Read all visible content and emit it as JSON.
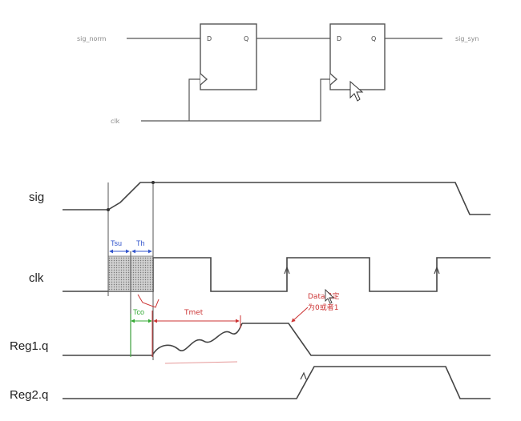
{
  "circuit": {
    "input_label": "sig_norm",
    "output_label": "sig_syn",
    "clock_label": "clk",
    "ff1": {
      "d_label": "D",
      "q_label": "Q"
    },
    "ff2": {
      "d_label": "D",
      "q_label": "Q"
    }
  },
  "timing": {
    "signals": [
      "sig",
      "clk",
      "Reg1.q",
      "Reg2.q"
    ],
    "tsu_label": "Tsu",
    "th_label": "Th",
    "tco_label": "Tco",
    "tmet_label": "Tmet",
    "note_line1": "Data稳定",
    "note_line2": "为0或者1"
  },
  "colors": {
    "setup_hold": "#3355cc",
    "tco": "#33aa33",
    "metastable": "#cc3333"
  }
}
